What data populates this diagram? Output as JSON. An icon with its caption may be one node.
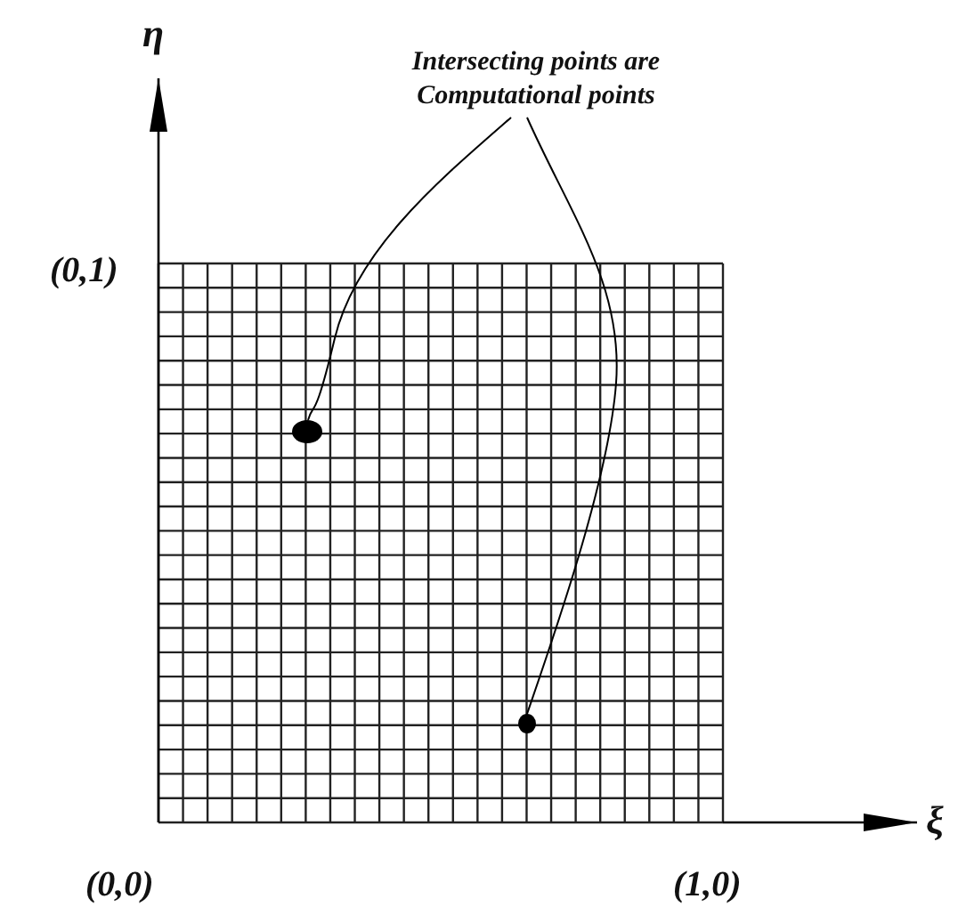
{
  "diagram": {
    "nodes": [
      {
        "text": [
          "Intersecting points are Computational points"
        ]
      },
      {
        "text": [],
        "shape": "circle"
      },
      {
        "text": [],
        "shape": "circle"
      }
    ],
    "edges": [
      {
        "from": 0,
        "to": 1,
        "arrow": "none"
      },
      {
        "from": 0,
        "to": 2,
        "arrow": "none"
      }
    ],
    "labels": [
      "η",
      "(0,1)",
      "ξ",
      "(0,0)",
      "(1,0)"
    ]
  }
}
